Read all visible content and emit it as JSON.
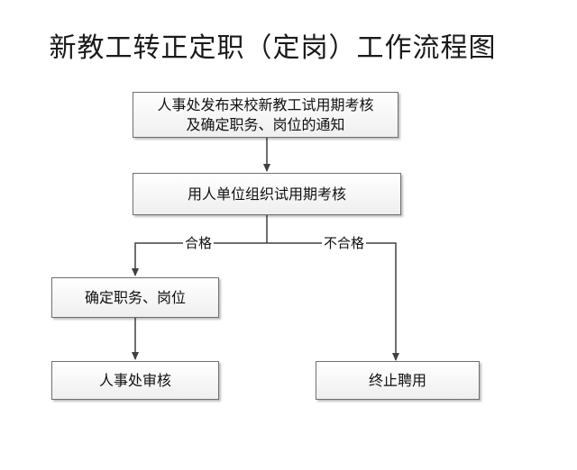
{
  "title": "新教工转正定职（定岗）工作流程图",
  "nodes": {
    "notify": {
      "line1": "人事处发布来校新教工试用期考核",
      "line2": "及确定职务、岗位的通知"
    },
    "assess": "用人单位组织试用期考核",
    "confirm": "确定职务、岗位",
    "review": "人事处审核",
    "terminate": "终止聘用"
  },
  "edges": {
    "pass": "合格",
    "fail": "不合格"
  },
  "colors": {
    "line": "#404040",
    "border": "#6f6f6f"
  }
}
